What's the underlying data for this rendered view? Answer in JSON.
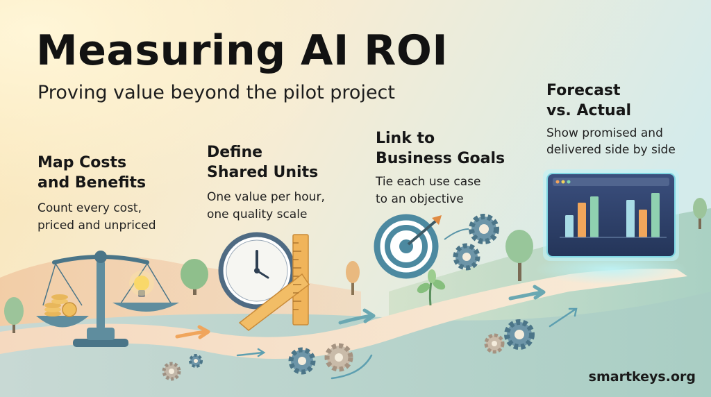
{
  "title": "Measuring AI ROI",
  "subtitle": "Proving value beyond the pilot project",
  "steps": [
    {
      "heading_line1": "Map Costs",
      "heading_line2": "and Benefits",
      "body_line1": "Count every cost,",
      "body_line2": "priced and unpriced",
      "icon": "balance-scale-icon"
    },
    {
      "heading_line1": "Define",
      "heading_line2": "Shared Units",
      "body_line1": "One value per hour,",
      "body_line2": "one quality scale",
      "icon": "clock-and-ruler-icon"
    },
    {
      "heading_line1": "Link to",
      "heading_line2": "Business Goals",
      "body_line1": "Tie each use case",
      "body_line2": "to an objective",
      "icon": "target-with-gears-icon"
    },
    {
      "heading_line1": "Forecast",
      "heading_line2": "vs. Actual",
      "body_line1": "Show promised and",
      "body_line2": "delivered side by side",
      "icon": "dashboard-bar-chart-icon"
    }
  ],
  "website": "smartkeys.org",
  "colors": {
    "sky_left": "#fbe7b8",
    "sky_right": "#d6ecec",
    "path": "#f4dcc4",
    "hills_left": "#efc9a3",
    "hills_right": "#a9cfc0",
    "accent_teal": "#4f95a3",
    "accent_orange": "#f0a552",
    "screen_glow": "#9fe3ee"
  }
}
